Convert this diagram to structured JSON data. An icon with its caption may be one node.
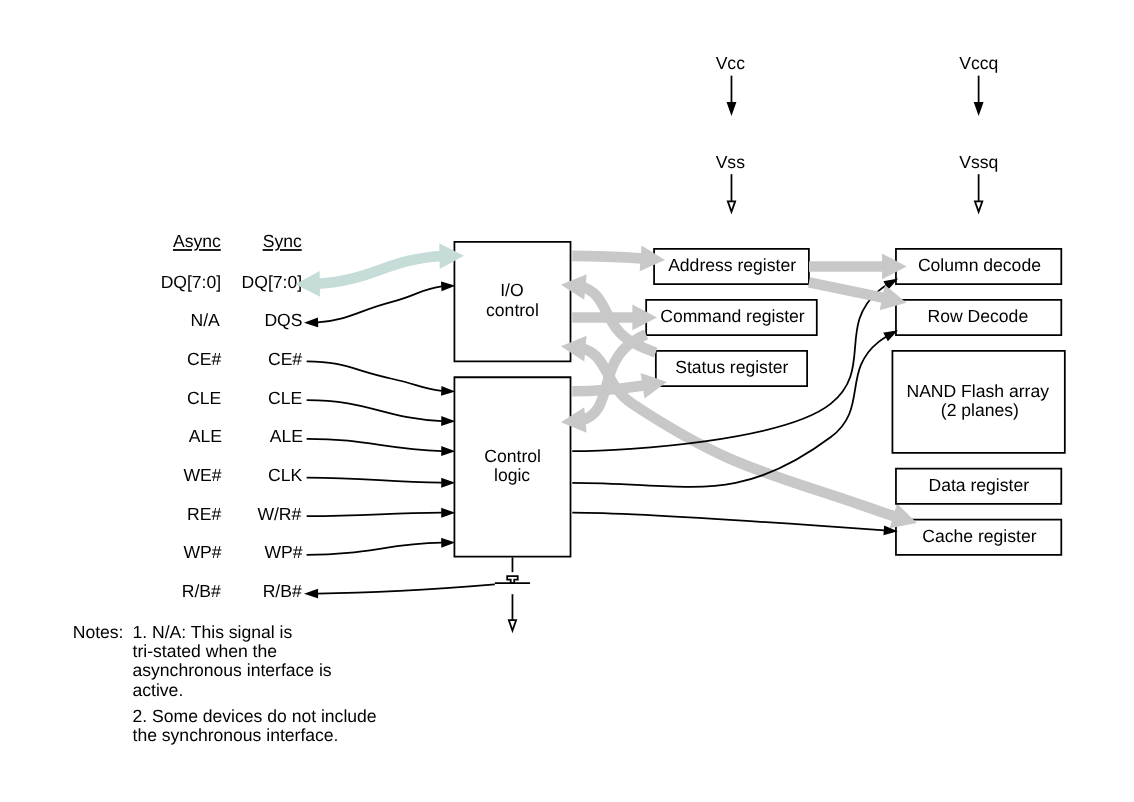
{
  "diagram": {
    "nodes": [
      {
        "text": [
          "I/O control"
        ]
      },
      {
        "text": [
          "Address register"
        ]
      },
      {
        "text": [
          "Status register"
        ]
      },
      {
        "text": [
          "Command register"
        ]
      },
      {
        "text": [
          "Control logic"
        ]
      },
      {
        "text": [
          "Column decode"
        ]
      },
      {
        "text": [
          "Row Decode"
        ]
      },
      {
        "text": [
          "NAND Flash array (2 planes)"
        ]
      },
      {
        "text": [
          "Data register"
        ]
      },
      {
        "text": [
          "Cache register"
        ]
      },
      {
        "text": [
          "DQ[7:0]"
        ],
        "beside": [
          "DQ[7:0]"
        ]
      },
      {
        "text": [
          "DQS"
        ],
        "beside": [
          "N/A"
        ]
      },
      {
        "text": [
          "CE#"
        ],
        "beside": [
          "CE#"
        ]
      },
      {
        "text": [
          "CLE"
        ],
        "beside": [
          "CLE"
        ]
      },
      {
        "text": [
          "ALE"
        ],
        "beside": [
          "ALE"
        ]
      },
      {
        "text": [
          "CLK"
        ],
        "beside": [
          "WE#"
        ]
      },
      {
        "text": [
          "W/R#"
        ],
        "beside": [
          "RE#"
        ]
      },
      {
        "text": [
          "WP#"
        ],
        "beside": [
          "WP#"
        ]
      },
      {
        "text": [
          "R/B#"
        ],
        "beside": [
          "R/B#"
        ]
      },
      {
        "text": [],
        "shape": "transistor"
      },
      {
        "text": [
          "Vcc"
        ]
      },
      {
        "text": [
          "Vss"
        ]
      },
      {
        "text": [
          "Vccq"
        ]
      },
      {
        "text": [
          "Vssq"
        ]
      }
    ],
    "edges": [
      {
        "from": 10,
        "to": 0,
        "arrow": "both",
        "style": "thick",
        "color": "#c5dcd8"
      },
      {
        "from": 11,
        "to": 0,
        "arrow": "both"
      },
      {
        "from": 12,
        "to": 4,
        "arrow": "to"
      },
      {
        "from": 13,
        "to": 4,
        "arrow": "to"
      },
      {
        "from": 14,
        "to": 4,
        "arrow": "to"
      },
      {
        "from": 15,
        "to": 4,
        "arrow": "to"
      },
      {
        "from": 16,
        "to": 4,
        "arrow": "to"
      },
      {
        "from": 17,
        "to": 4,
        "arrow": "to"
      },
      {
        "from": 0,
        "to": 1,
        "arrow": "to",
        "style": "thick",
        "color": "#c8c8c8"
      },
      {
        "from": 2,
        "to": 0,
        "arrow": "to",
        "style": "thick",
        "color": "#c8c8c8"
      },
      {
        "from": 0,
        "to": 3,
        "arrow": "to",
        "style": "thick",
        "color": "#c8c8c8"
      },
      {
        "from": 3,
        "to": 4,
        "arrow": "to",
        "style": "thick",
        "color": "#c8c8c8"
      },
      {
        "from": 4,
        "to": 2,
        "arrow": "to",
        "style": "thick",
        "color": "#c8c8c8"
      },
      {
        "from": 1,
        "to": 5,
        "arrow": "to",
        "style": "thick",
        "color": "#c8c8c8"
      },
      {
        "from": 1,
        "to": 6,
        "arrow": "to",
        "style": "thick",
        "color": "#c8c8c8"
      },
      {
        "from": 0,
        "to": 9,
        "arrow": "both",
        "style": "thick",
        "color": "#c8c8c8"
      },
      {
        "from": 4,
        "to": 5,
        "arrow": "to"
      },
      {
        "from": 4,
        "to": 6,
        "arrow": "to"
      },
      {
        "from": 4,
        "to": 9,
        "arrow": "to"
      },
      {
        "from": 4,
        "to": 19,
        "arrow": "none"
      },
      {
        "from": 19,
        "to": 18,
        "arrow": "to"
      },
      {
        "from": 19,
        "to": null,
        "arrow": "to"
      },
      {
        "from": 20,
        "to": null,
        "arrow": "to"
      },
      {
        "from": 21,
        "to": null,
        "arrow": "to"
      },
      {
        "from": 22,
        "to": null,
        "arrow": "to"
      },
      {
        "from": 23,
        "to": null,
        "arrow": "to"
      }
    ],
    "labels": [
      "Async",
      "Sync",
      "Notes:",
      "1. N/A: This signal is tri-stated when the asynchronous interface is active.",
      "2. Some devices do not include the synchronous interface."
    ]
  }
}
